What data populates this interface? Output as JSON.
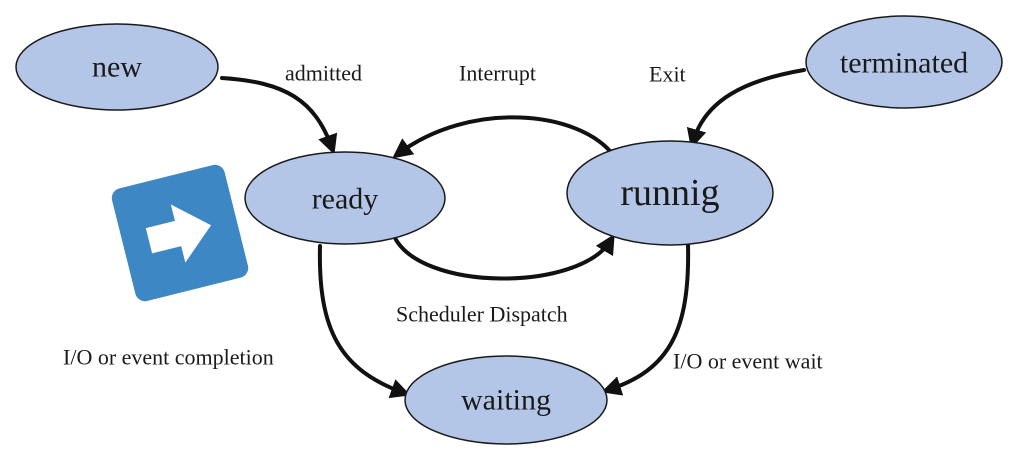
{
  "states": {
    "new": "new",
    "ready": "ready",
    "running": "runnig",
    "terminated": "terminated",
    "waiting": "waiting"
  },
  "transitions": {
    "admitted": "admitted",
    "interrupt": "Interrupt",
    "exit": "Exit",
    "scheduler_dispatch": "Scheduler Dispatch",
    "io_event_completion": "I/O or event completion",
    "io_event_wait": "I/O or event wait"
  },
  "colors": {
    "state_fill": "#b3c6e7",
    "outline": "#1a1a1a",
    "badge": "#3d87c4"
  },
  "icons": {
    "badge": "arrow-right-icon"
  }
}
